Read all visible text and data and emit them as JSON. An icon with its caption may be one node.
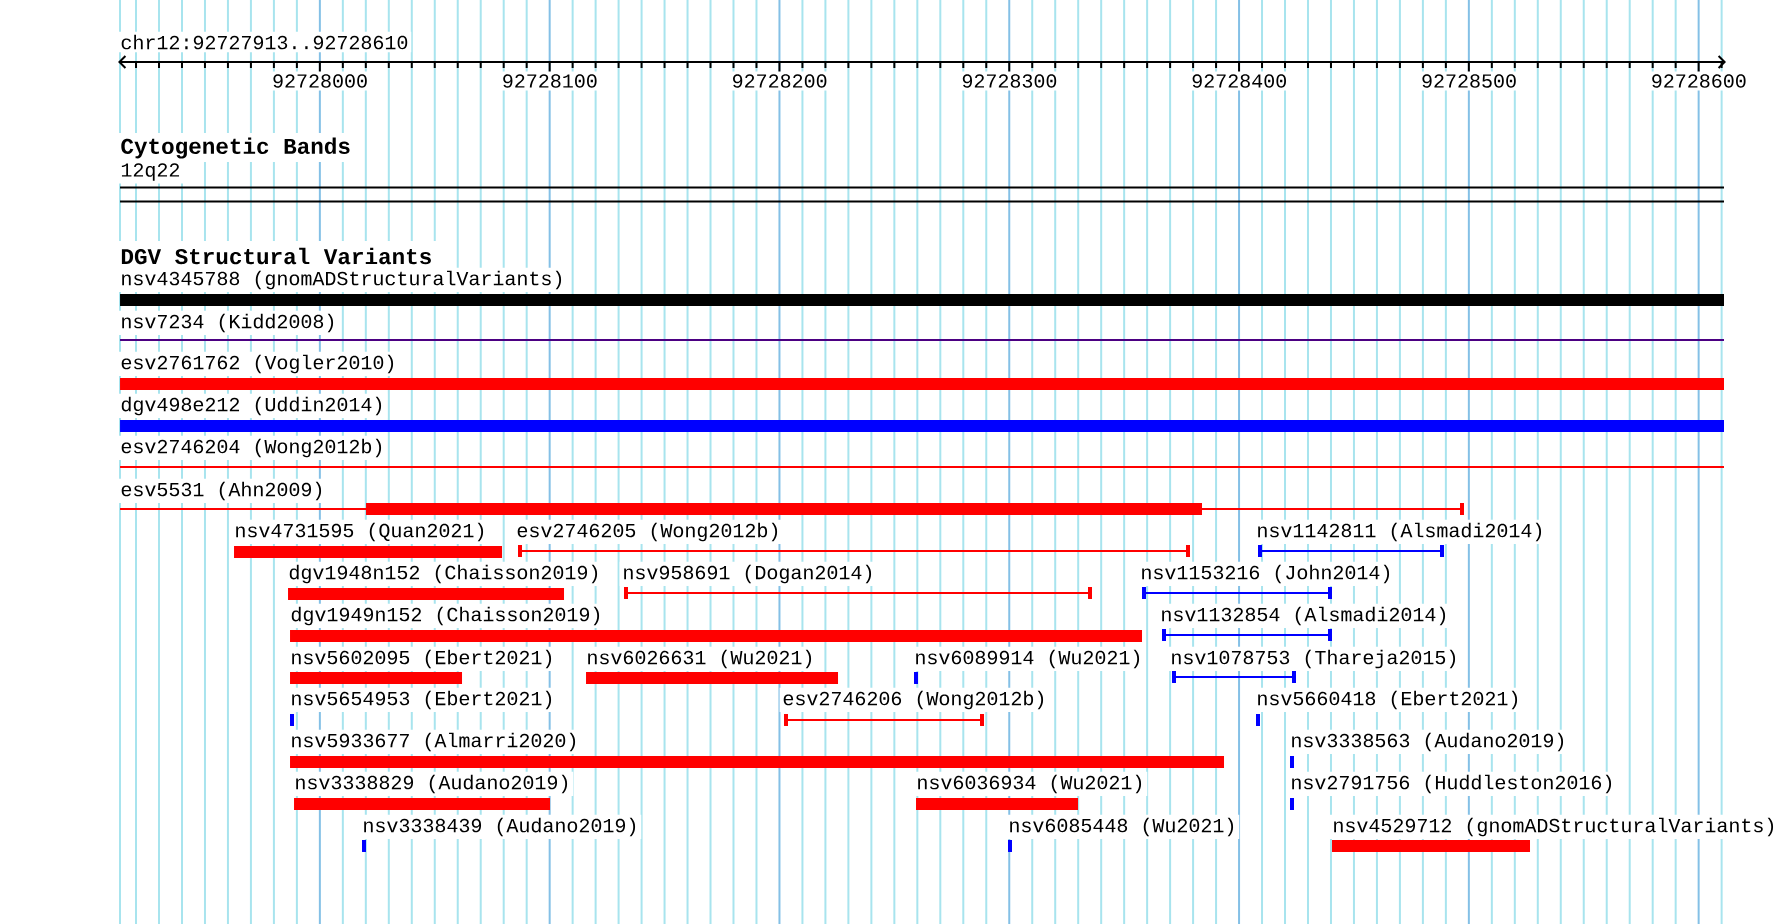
{
  "diagram": {
    "nodes": [
      {
        "text": [
          "12q22"
        ]
      },
      {
        "text": [
          "nsv4345788 (gnomADStructuralVariants)"
        ]
      },
      {
        "text": [
          "nsv7234 (Kidd2008)"
        ]
      },
      {
        "text": [
          "esv2761762 (Vogler2010)"
        ]
      },
      {
        "text": [
          "dgv498e212 (Uddin2014)"
        ]
      },
      {
        "text": [
          "esv2746204 (Wong2012b)"
        ]
      },
      {
        "text": [
          "esv5531 (Ahn2009)"
        ]
      },
      {
        "text": [
          "nsv4731595 (Quan2021)"
        ]
      },
      {
        "text": [
          "esv2746205 (Wong2012b)"
        ]
      },
      {
        "text": [
          "nsv1142811 (Alsmadi2014)"
        ]
      },
      {
        "text": [
          "dgv1948n152 (Chaisson2019)"
        ]
      },
      {
        "text": [
          "nsv958691 (Dogan2014)"
        ]
      },
      {
        "text": [
          "nsv1153216 (John2014)"
        ]
      },
      {
        "text": [
          "dgv1949n152 (Chaisson2019)"
        ]
      },
      {
        "text": [
          "nsv1132854 (Alsmadi2014)"
        ]
      },
      {
        "text": [
          "nsv5602095 (Ebert2021)"
        ]
      },
      {
        "text": [
          "nsv6026631 (Wu2021)"
        ]
      },
      {
        "text": [
          "nsv6089914 (Wu2021)"
        ]
      },
      {
        "text": [
          "nsv1078753 (Thareja2015)"
        ]
      },
      {
        "text": [
          "nsv5654953 (Ebert2021)"
        ]
      },
      {
        "text": [
          "esv2746206 (Wong2012b)"
        ]
      },
      {
        "text": [
          "nsv5660418 (Ebert2021)"
        ]
      },
      {
        "text": [
          "nsv5933677 (Almarri2020)"
        ]
      },
      {
        "text": [
          "nsv3338563 (Audano2019)"
        ]
      },
      {
        "text": [
          "nsv3338829 (Audano2019)"
        ]
      },
      {
        "text": [
          "nsv6036934 (Wu2021)"
        ]
      },
      {
        "text": [
          "nsv2791756 (Huddleston2016)"
        ]
      },
      {
        "text": [
          "nsv3338439 (Audano2019)"
        ]
      },
      {
        "text": [
          "nsv6085448 (Wu2021)"
        ]
      },
      {
        "text": [
          "nsv4529712 (gnomADStructuralVariants)"
        ]
      }
    ],
    "labels": [
      "chr12:92727913..92728610",
      "92728000",
      "92728100",
      "92728200",
      "92728300",
      "92728400",
      "92728500",
      "92728600",
      "Cytogenetic Bands",
      "DGV Structural Variants"
    ]
  }
}
